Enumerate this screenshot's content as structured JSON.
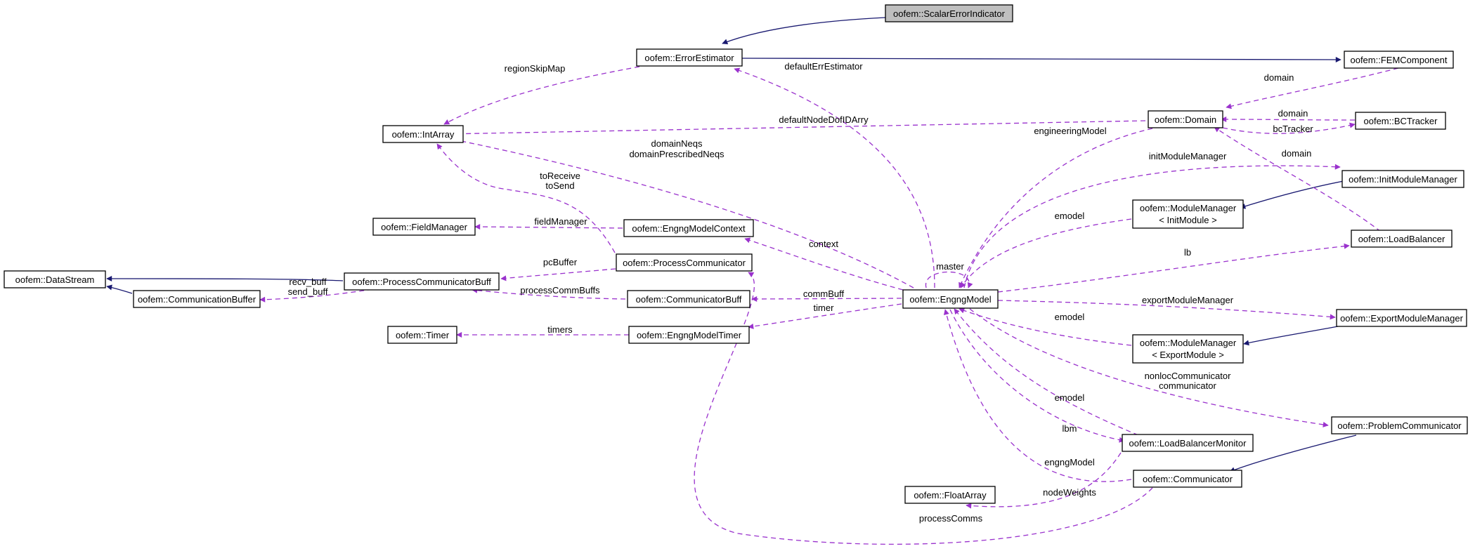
{
  "colors": {
    "inheritance": "#191970",
    "usage": "#9a32cd",
    "root_fill": "#bfbfbf"
  },
  "nodes": {
    "scalarErrorIndicator": [
      "oofem::ScalarErrorIndicator"
    ],
    "errorEstimator": [
      "oofem::ErrorEstimator"
    ],
    "femComponent": [
      "oofem::FEMComponent"
    ],
    "intArray": [
      "oofem::IntArray"
    ],
    "domain": [
      "oofem::Domain"
    ],
    "bcTracker": [
      "oofem::BCTracker"
    ],
    "initModuleManager": [
      "oofem::InitModuleManager"
    ],
    "moduleManagerInit": [
      "oofem::ModuleManager",
      "< InitModule >"
    ],
    "fieldManager": [
      "oofem::FieldManager"
    ],
    "engngModelContext": [
      "oofem::EngngModelContext"
    ],
    "loadBalancer": [
      "oofem::LoadBalancer"
    ],
    "processCommunicator": [
      "oofem::ProcessCommunicator"
    ],
    "dataStream": [
      "oofem::DataStream"
    ],
    "processCommunicatorBuff": [
      "oofem::ProcessCommunicatorBuff"
    ],
    "communicationBuffer": [
      "oofem::CommunicationBuffer"
    ],
    "communicatorBuff": [
      "oofem::CommunicatorBuff"
    ],
    "engngModel": [
      "oofem::EngngModel"
    ],
    "exportModuleManager": [
      "oofem::ExportModuleManager"
    ],
    "timer": [
      "oofem::Timer"
    ],
    "engngModelTimer": [
      "oofem::EngngModelTimer"
    ],
    "moduleManagerExport": [
      "oofem::ModuleManager",
      "< ExportModule >"
    ],
    "problemCommunicator": [
      "oofem::ProblemCommunicator"
    ],
    "loadBalancerMonitor": [
      "oofem::LoadBalancerMonitor"
    ],
    "floatArray": [
      "oofem::FloatArray"
    ],
    "communicator": [
      "oofem::Communicator"
    ]
  },
  "edge_labels": {
    "regionSkipMap": [
      "regionSkipMap"
    ],
    "defaultErrEstimator": [
      "defaultErrEstimator"
    ],
    "domain_fem": [
      "domain"
    ],
    "defaultNodeDofIDArry": [
      "defaultNodeDofIDArry"
    ],
    "domain_bc": [
      "domain"
    ],
    "bcTracker": [
      "bcTracker"
    ],
    "engineeringModel": [
      "engineeringModel"
    ],
    "domainNeqs": [
      "domainNeqs",
      "domainPrescribedNeqs"
    ],
    "domain_lb": [
      "domain"
    ],
    "initModuleManager": [
      "initModuleManager"
    ],
    "toReceive": [
      "toReceive",
      "toSend"
    ],
    "fieldManager": [
      "fieldManager"
    ],
    "emodel_init": [
      "emodel"
    ],
    "context": [
      "context"
    ],
    "lb": [
      "lb"
    ],
    "pcBuffer": [
      "pcBuffer"
    ],
    "master": [
      "master"
    ],
    "recvBuff": [
      "recv_buff",
      "send_buff"
    ],
    "processCommBuffs": [
      "processCommBuffs"
    ],
    "commBuff": [
      "commBuff"
    ],
    "timer": [
      "timer"
    ],
    "exportModuleManager": [
      "exportModuleManager"
    ],
    "timers": [
      "timers"
    ],
    "emodel_export": [
      "emodel"
    ],
    "nonlocCommunicator": [
      "nonlocCommunicator",
      "communicator"
    ],
    "emodel_lbm": [
      "emodel"
    ],
    "lbm": [
      "lbm"
    ],
    "engngModel": [
      "engngModel"
    ],
    "nodeWeights": [
      "nodeWeights"
    ],
    "processComms": [
      "processComms"
    ]
  }
}
